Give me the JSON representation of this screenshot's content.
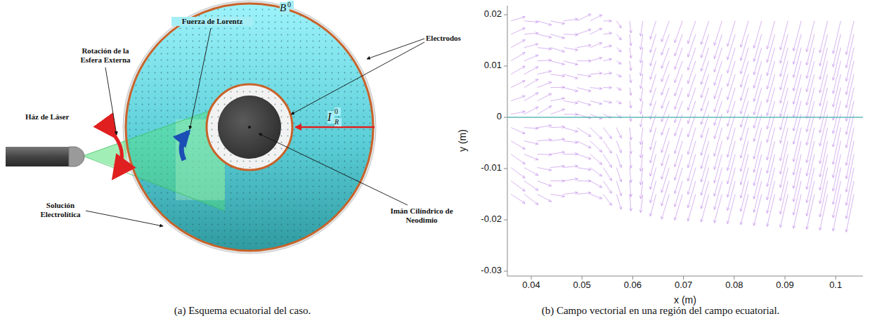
{
  "diagram": {
    "labels": [
      "Fuerza de Lorentz",
      "B",
      "0",
      "Rotación de la Esfera Externa",
      "Electrodos",
      "Ház de Láser",
      "I",
      "0",
      "R",
      "Solución Electrolítica",
      "Imán Cilíndrico de Neodimio",
      "0.02",
      "0.01",
      "0",
      "-0.01",
      "-0.02",
      "-0.03",
      "y (m)",
      "0.04",
      "0.05",
      "0.06",
      "0.07",
      "0.08",
      "0.09",
      "0.1",
      "x (m)",
      "(a) Esquema ecuatorial del caso.",
      "(b) Campo vectorial en una región del campo ecuatorial."
    ]
  }
}
